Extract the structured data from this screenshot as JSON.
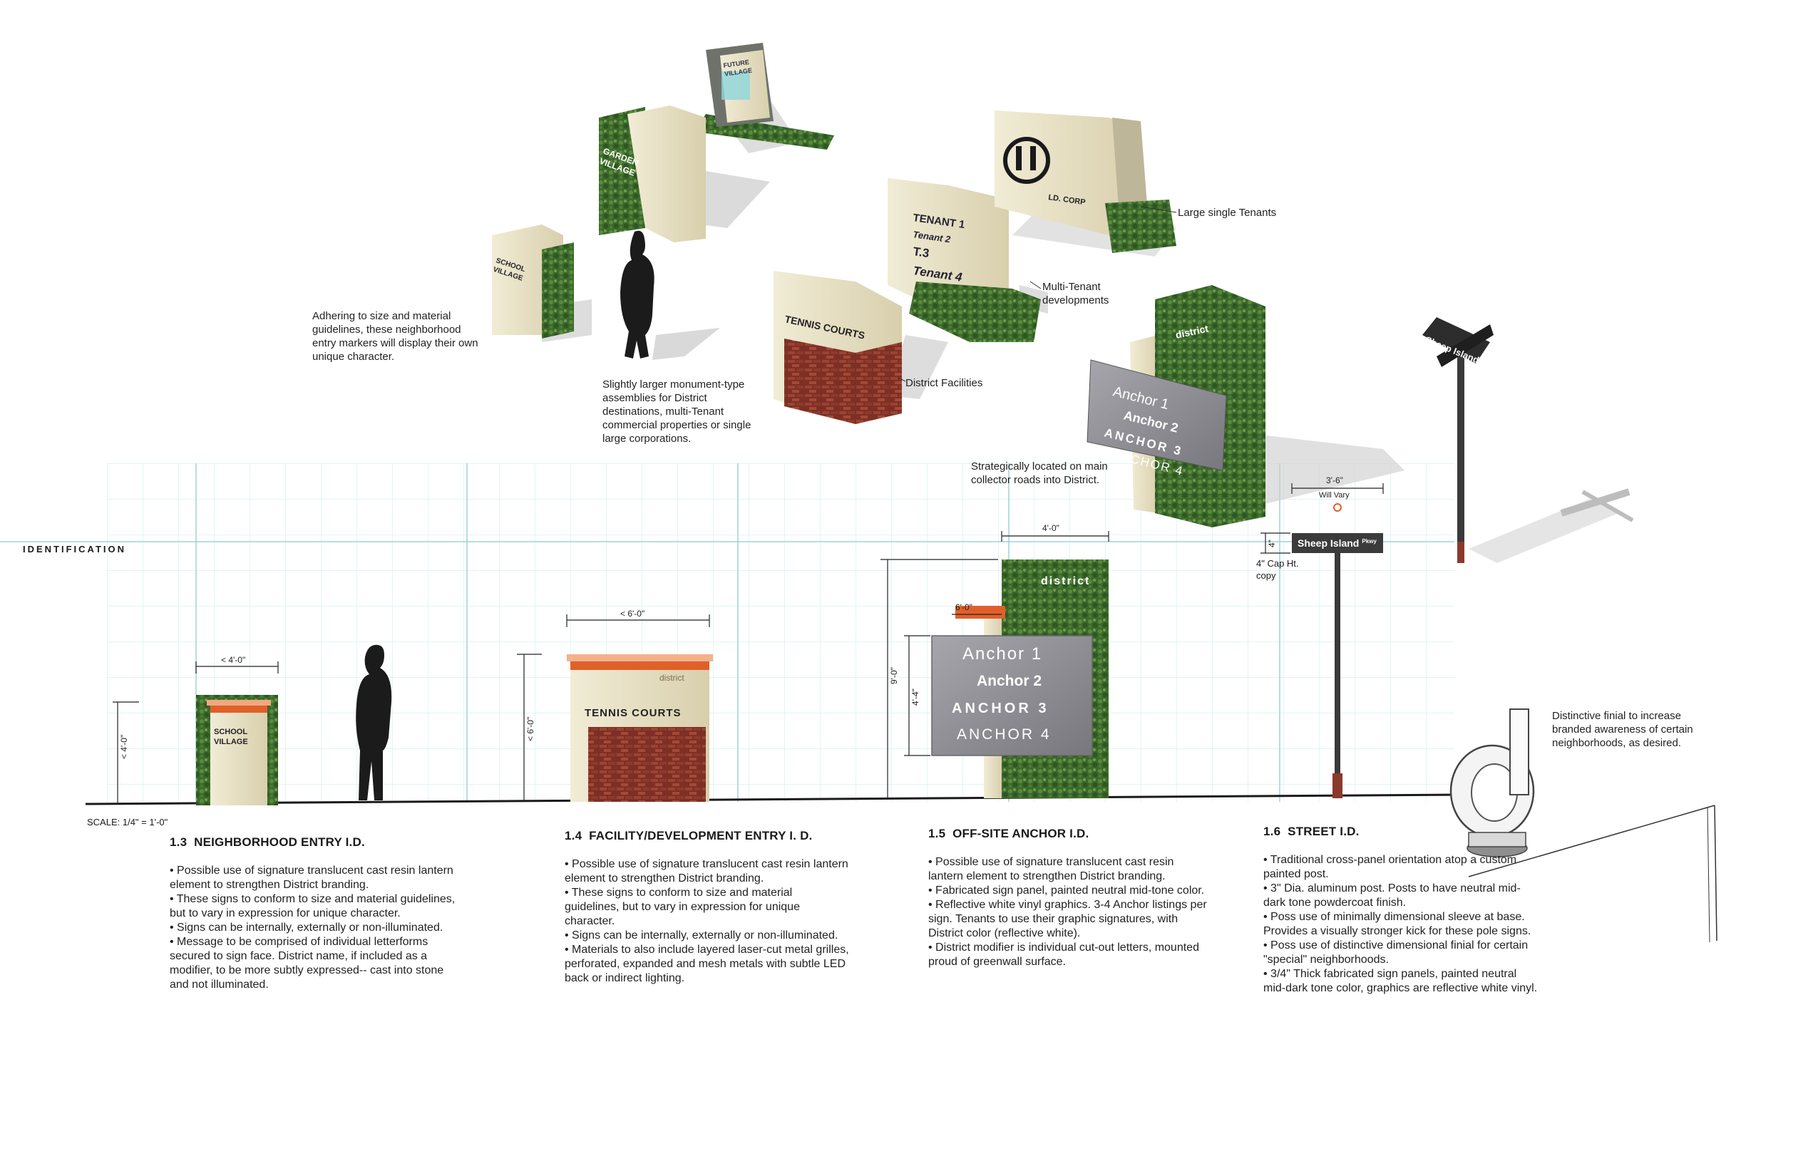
{
  "header": {
    "label": "IDENTIFICATION",
    "scale": "SCALE: 1/4\" = 1'-0\""
  },
  "perspective": {
    "sign_garden": "GARDEN\nVILLAGE",
    "sign_future": "FUTURE\nVILLAGE",
    "sign_school": "SCHOOL\nVILLAGE",
    "sign_tennis": "TENNIS COURTS",
    "sign_ld_corp": "LD. CORP",
    "tenants": [
      "TENANT 1",
      "Tenant 2",
      "T.3",
      "Tenant 4"
    ],
    "district_word": "district",
    "anchors": [
      "Anchor 1",
      "Anchor 2",
      "ANCHOR 3",
      "ANCHOR 4"
    ],
    "street_sign": "Sheep Island",
    "street_sign_suffix": "Pkwy"
  },
  "callouts": {
    "neighborhood": "Adhering to size and material guidelines, these neighborhood entry markers will display their own unique character.",
    "facility": "Slightly larger monument-type assemblies for District destinations, multi-Tenant commercial properties or single large corporations.",
    "district_facilities": "District Facilities",
    "large_tenants": "Large single Tenants",
    "multi_tenant": "Multi-Tenant developments",
    "anchor": "Strategically located on main collector roads into District.",
    "finial": "Distinctive finial to increase branded awareness of certain neighborhoods, as desired."
  },
  "elevation": {
    "school": "SCHOOL\nVILLAGE",
    "tennis": "TENNIS COURTS",
    "district_word": "district",
    "anchors": [
      "Anchor 1",
      "Anchor 2",
      "ANCHOR 3",
      "ANCHOR 4"
    ],
    "street_sign": "Sheep Island",
    "street_sign_suffix": "Pkwy",
    "dims": {
      "neighborhood_width": "< 4'-0\"",
      "neighborhood_height": "< 4'-0\"",
      "facility_width": "< 6'-0\"",
      "facility_height": "< 6'-0\"",
      "anchor_width": "4'-0\"",
      "anchor_height": "9'-0\"",
      "anchor_panel_width": "6'-0\"",
      "anchor_panel_height": "4'-4\"",
      "street_width": "3'-6\"",
      "street_width_note": "Will Vary",
      "street_cap": "4\"",
      "cap_note": "4\" Cap Ht.\ncopy"
    }
  },
  "sections": [
    {
      "number": "1.3",
      "title": "NEIGHBORHOOD ENTRY I.D.",
      "text": "• Possible use of signature translucent cast resin lantern element to strengthen District branding.\n• These signs to conform to size and material guidelines, but to vary in expression for unique character.\n• Signs can be internally, externally or non-illuminated.\n• Message to be comprised of individual letterforms secured to sign face. District name, if included as a modifier, to be more subtly expressed-- cast into stone and not illuminated."
    },
    {
      "number": "1.4",
      "title": "FACILITY/DEVELOPMENT ENTRY I. D.",
      "text": "• Possible use of signature translucent cast resin lantern element to strengthen District branding.\n• These signs to conform to size and material guidelines, but to vary in expression for unique character.\n• Signs can be internally, externally or non-illuminated.\n• Materials to also include layered laser-cut metal grilles, perforated, expanded and mesh metals with subtle LED back or indirect lighting."
    },
    {
      "number": "1.5",
      "title": "OFF-SITE ANCHOR I.D.",
      "text": "• Possible use of signature translucent cast resin lantern element to strengthen District branding.\n• Fabricated sign panel, painted neutral mid-tone color.\n• Reflective white vinyl graphics. 3-4 Anchor listings per sign. Tenants to use their graphic signatures, with District color (reflective white).\n• District modifier is individual cut-out letters, mounted proud of greenwall surface."
    },
    {
      "number": "1.6",
      "title": "STREET I.D.",
      "text": "• Traditional cross-panel orientation atop a custom painted post.\n• 3\" Dia. aluminum post. Posts to have neutral mid-dark tone powdercoat finish.\n• Poss use of minimally dimensional sleeve at base. Provides a visually stronger kick for these pole signs.\n• Poss use of distinctive dimensional finial for certain \"special\" neighborhoods.\n• 3/4\" Thick fabricated sign panels, painted neutral mid-dark tone color, graphics are reflective white vinyl."
    }
  ],
  "colors": {
    "green": "#3f6b2e",
    "stone": "#e8e1c6",
    "brick": "#8a3a2c",
    "orange": "#e0602a",
    "grid": "#bfe3e6",
    "panel": "#8f8f95"
  }
}
